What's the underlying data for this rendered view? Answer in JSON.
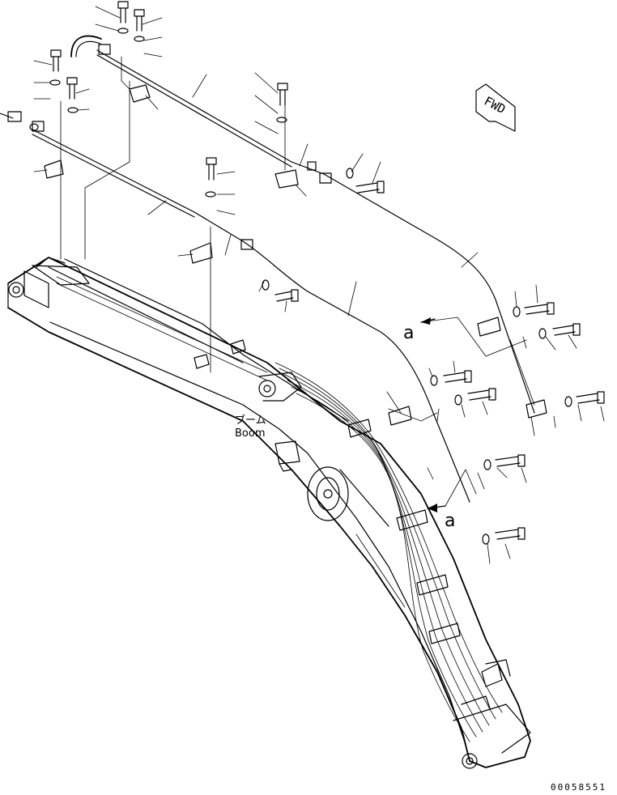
{
  "boom_label_jp": "ブーム",
  "boom_label_en": "Boom",
  "fwd_label": "FWD",
  "detail_ref_upper": "a",
  "detail_ref_lower": "a",
  "drawing_number": "00058551"
}
